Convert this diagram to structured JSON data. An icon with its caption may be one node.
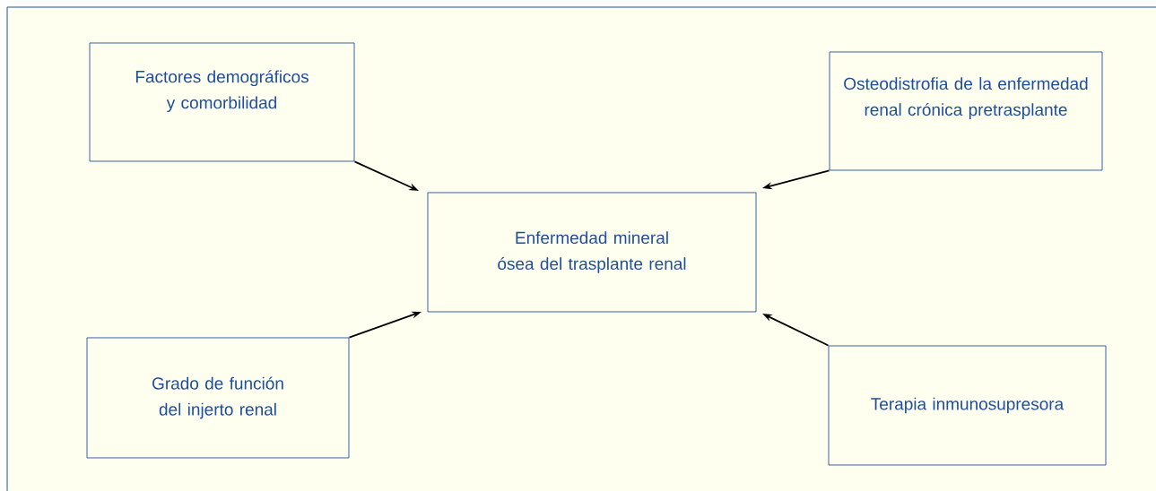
{
  "diagram": {
    "nodes": [
      {
        "text": [
          "Factores demográficos y comorbilidad"
        ]
      },
      {
        "text": [
          "Osteodistrofia de la enfermedad renal crónica pretrasplante"
        ]
      },
      {
        "text": [
          "Enfermedad mineral ósea del trasplante renal"
        ]
      },
      {
        "text": [
          "Grado de función del injerto renal"
        ]
      },
      {
        "text": [
          "Terapia inmunosupresora"
        ]
      }
    ],
    "edges": [
      {
        "from": 0,
        "to": 2,
        "arrow": "to"
      },
      {
        "from": 1,
        "to": 2,
        "arrow": "to"
      },
      {
        "from": 3,
        "to": 2,
        "arrow": "to"
      },
      {
        "from": 4,
        "to": 2,
        "arrow": "to"
      }
    ]
  }
}
